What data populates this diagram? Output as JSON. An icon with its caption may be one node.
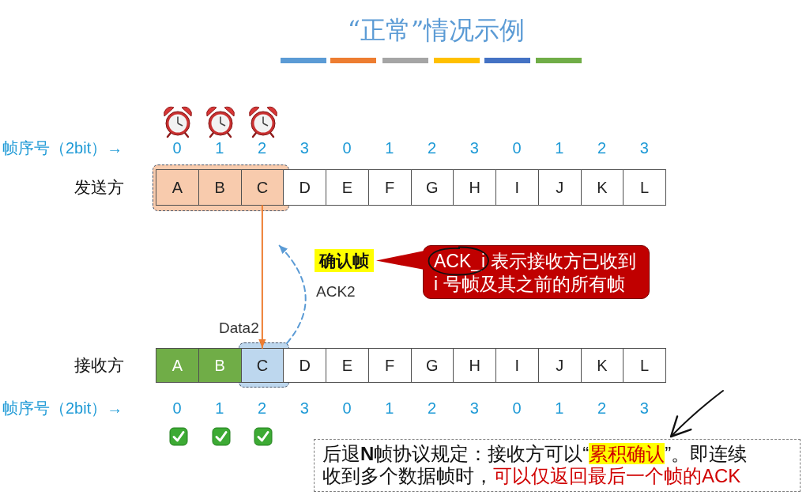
{
  "diagram": {
    "title": "“正常”情况示例",
    "nodes": [
      {
        "text": [],
        "shape": "box"
      },
      {
        "text": [
          "A"
        ],
        "in": 0
      },
      {
        "text": [
          "B"
        ],
        "in": 0
      },
      {
        "text": [
          "C"
        ],
        "in": 0
      },
      {
        "text": [
          "D"
        ]
      },
      {
        "text": [
          "E"
        ]
      },
      {
        "text": [
          "F"
        ]
      },
      {
        "text": [
          "G"
        ]
      },
      {
        "text": [
          "H"
        ]
      },
      {
        "text": [
          "I"
        ]
      },
      {
        "text": [
          "J"
        ]
      },
      {
        "text": [
          "K"
        ]
      },
      {
        "text": [
          "L"
        ]
      },
      {
        "text": [
          "确认帧"
        ]
      },
      {
        "text": [
          "ACK_i 表示接收方已收到i 号帧及其之前的所有帧"
        ]
      },
      {
        "text": [],
        "shape": "box"
      },
      {
        "text": [
          "A"
        ]
      },
      {
        "text": [
          "B"
        ]
      },
      {
        "text": [
          "C"
        ],
        "in": 15
      },
      {
        "text": [
          "D"
        ]
      },
      {
        "text": [
          "E"
        ]
      },
      {
        "text": [
          "F"
        ]
      },
      {
        "text": [
          "G"
        ]
      },
      {
        "text": [
          "H"
        ]
      },
      {
        "text": [
          "I"
        ]
      },
      {
        "text": [
          "J"
        ]
      },
      {
        "text": [
          "K"
        ]
      },
      {
        "text": [
          "L"
        ]
      },
      {
        "text": [
          "后退**N**帧协议规定：接收方可以“*累积确认*”。即连续收到多个数据帧时，*可以仅返回最后一个帧的ACK*"
        ]
      }
    ],
    "edges": [
      {
        "from": 3,
        "to": 18,
        "arrow": "to",
        "color": "#ed7d31",
        "label": "Data2"
      },
      {
        "from": 15,
        "to": null,
        "arrow": "to",
        "style": "dashed",
        "color": "#5b9bd5",
        "label": "ACK2"
      },
      {
        "from": 14,
        "to": 13,
        "arrow": "to",
        "color": "#c00000"
      },
      {
        "from": null,
        "to": 28,
        "arrow": "to",
        "color": "#111111"
      }
    ],
    "labels": [
      "帧序号（2bit）→",
      "0",
      "1",
      "2",
      "3",
      "0",
      "1",
      "2",
      "3",
      "0",
      "1",
      "2",
      "3",
      "发送方",
      "接收方",
      "帧序号（2bit）→",
      "0",
      "1",
      "2",
      "3",
      "0",
      "1",
      "2",
      "3",
      "0",
      "1",
      "2",
      "3"
    ]
  }
}
